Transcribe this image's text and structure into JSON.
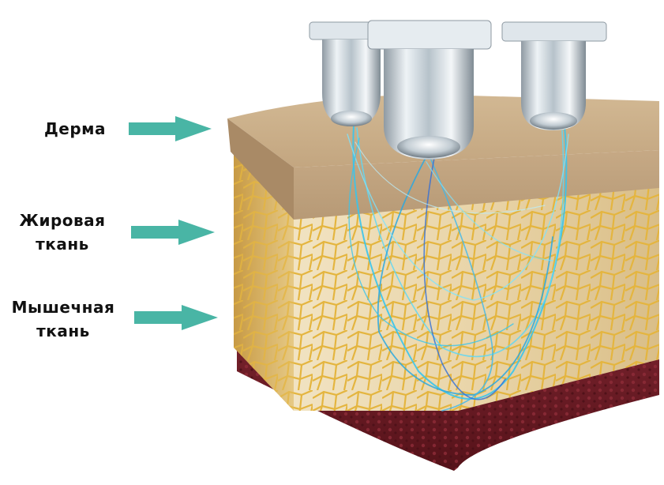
{
  "labels": {
    "dermis": [
      "Дерма"
    ],
    "fat": [
      "Жировая",
      "ткань"
    ],
    "muscle": [
      "Мышечная",
      "ткань"
    ]
  },
  "colors": {
    "arrow": "#49b5a5",
    "dermis": "#c8ad8a",
    "dermis_top": "#d9c19e",
    "fat_base": "#e8d3a6",
    "fat_vein": "#e3b33d",
    "muscle": "#6e1d26",
    "probe_metal": "#c9d4dc",
    "wave": "#38c4ec"
  },
  "icons": [
    "pointer-arrow-icon",
    "ultrasound-probe-icon"
  ]
}
